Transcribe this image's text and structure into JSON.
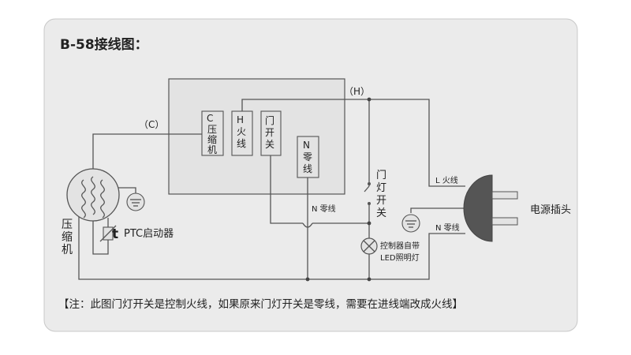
{
  "title": "B-58接线图：",
  "labels": {
    "c_wire": "（C）",
    "h_wire": "（H）",
    "box_c_letter": "C",
    "box_c_text": [
      "压",
      "缩",
      "机"
    ],
    "box_h_letter": "H",
    "box_h_text": [
      "火",
      "线"
    ],
    "box_door_text": [
      "门",
      "开",
      "关"
    ],
    "box_n_letter": "N",
    "box_n_text": [
      "零",
      "线"
    ],
    "compressor": [
      "压",
      "缩",
      "机"
    ],
    "ptc_symbol": "t",
    "ptc": "PTC启动器",
    "n_wire_mid": "N 零线",
    "door_switch": [
      "门",
      "灯",
      "开",
      "关"
    ],
    "l_wire": "L 火线",
    "n_wire_right": "N 零线",
    "plug": "电源插头",
    "led_line1": "控制器自带",
    "led_line2": "LED照明灯"
  },
  "note": "【注：此图门灯开关是控制火线，如果原来门灯开关是零线，需要在进线端改成火线】",
  "colors": {
    "panel_bg": "#ebebeb",
    "panel_border": "#c8c8c8",
    "box_fill": "#e3e3e3",
    "wire": "#555555",
    "plug_fill": "#555555"
  },
  "icons": [
    "ground-icon",
    "lamp-icon",
    "plug-icon",
    "compressor-coil-icon"
  ]
}
